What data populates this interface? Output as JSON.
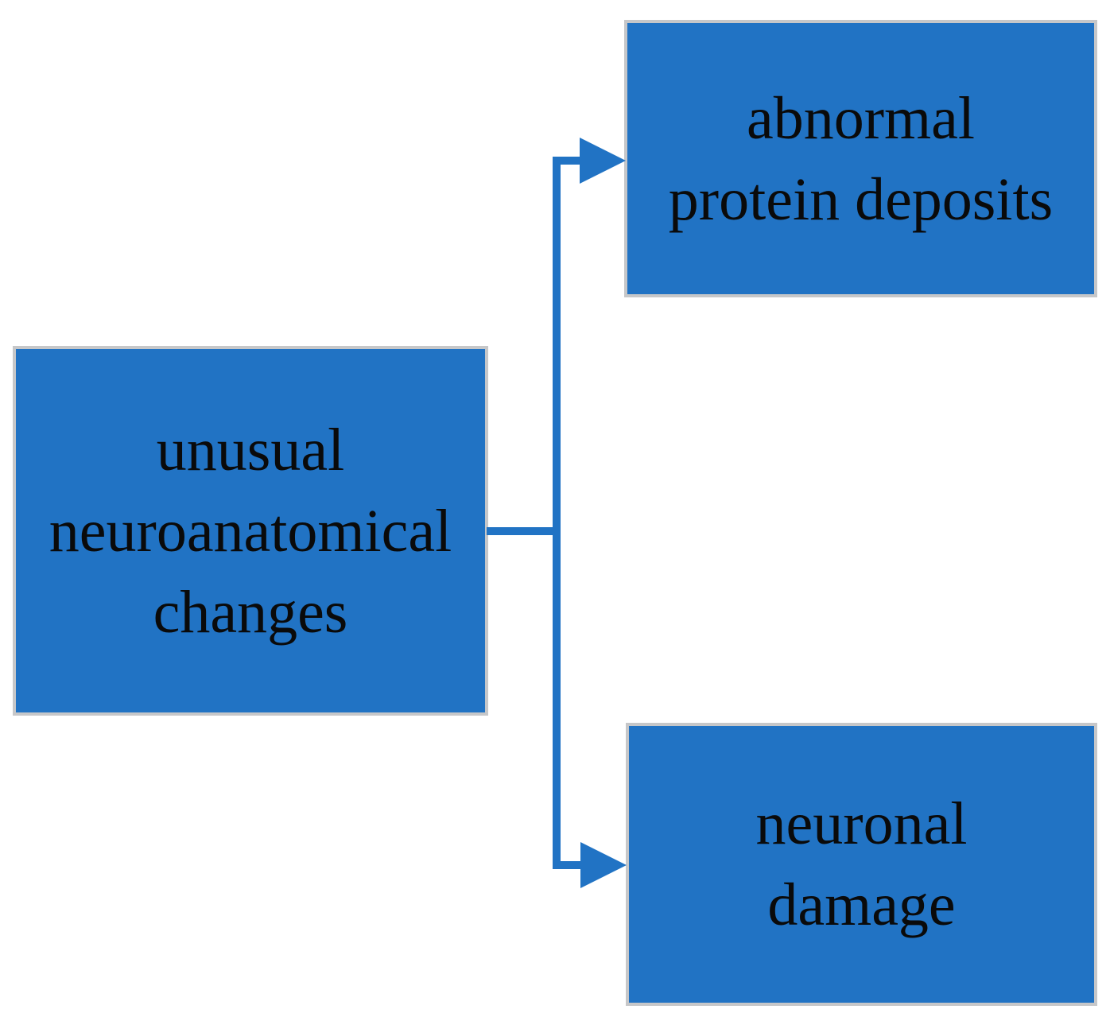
{
  "diagram": {
    "colors": {
      "fill": "#2173C4",
      "border": "#C6C7C9",
      "text": "#0a0a0a",
      "connector": "#2173C4",
      "background": "#ffffff"
    },
    "nodes": {
      "source": {
        "lines": [
          "unusual",
          "neuroanatomical",
          "changes"
        ]
      },
      "target_top": {
        "lines": [
          "abnormal",
          "protein deposits"
        ]
      },
      "target_bottom": {
        "lines": [
          "neuronal",
          "damage"
        ]
      }
    }
  }
}
